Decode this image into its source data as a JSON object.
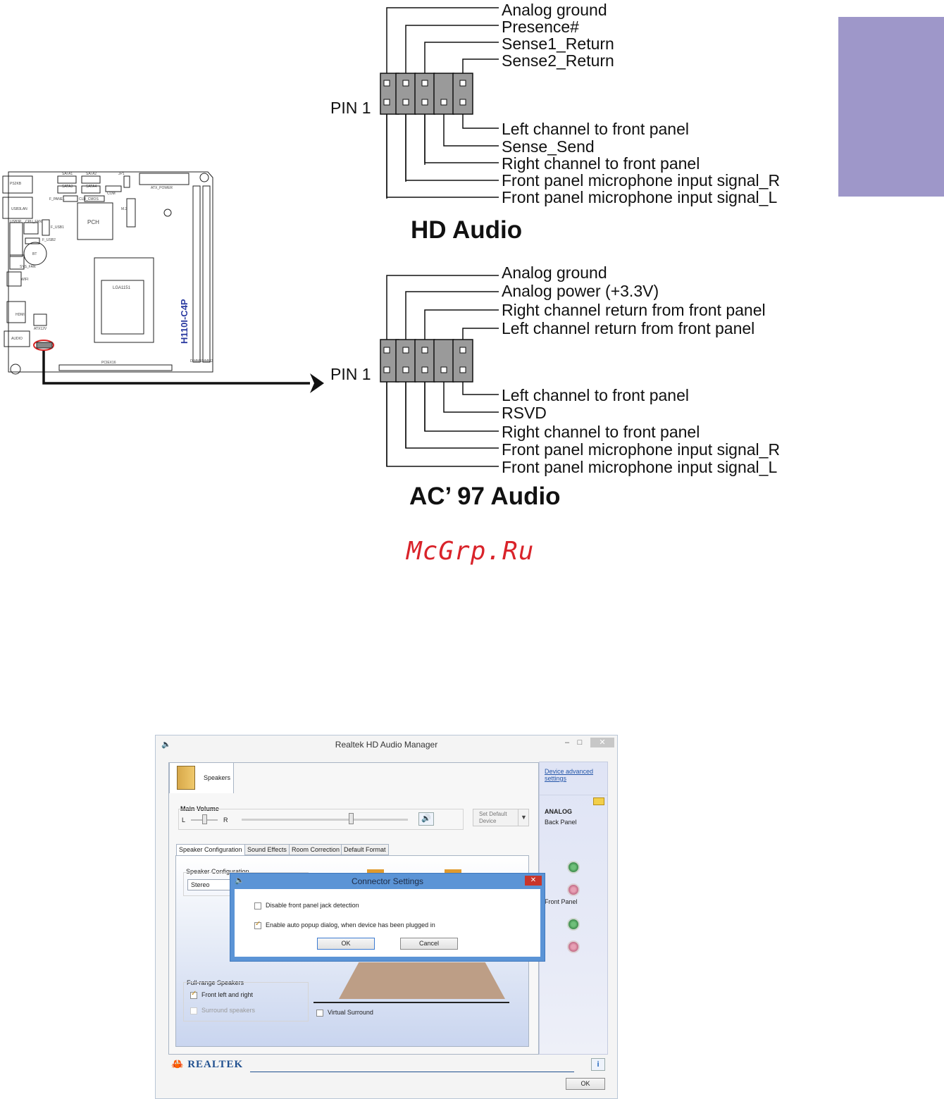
{
  "hd_audio": {
    "title": "HD Audio",
    "pin1": "PIN 1",
    "top_pins": [
      "Analog ground",
      "Presence#",
      "Sense1_Return",
      "Sense2_Return"
    ],
    "bottom_pins": [
      "Left channel to front panel",
      "Sense_Send",
      "Right channel to front panel",
      "Front panel microphone input signal_R",
      "Front panel microphone input signal_L"
    ]
  },
  "ac97_audio": {
    "title": "AC’ 97 Audio",
    "pin1": "PIN 1",
    "top_pins": [
      "Analog ground",
      "Analog power (+3.3V)",
      "Right channel return from front panel",
      "Left channel return from front panel"
    ],
    "bottom_pins": [
      "Left channel to front panel",
      "RSVD",
      "Right channel to front panel",
      "Front panel microphone input signal_R",
      "Front panel microphone input signal_L"
    ]
  },
  "board": {
    "model": "H110I-C4P",
    "labels": {
      "ps2kb": "PS2KB",
      "usblan": "USB3LAN",
      "usb3": "USB3P",
      "cpu_fan": "CPU_FAN",
      "f_usb1": "F_USB1",
      "f_usb2": "F_USB2",
      "bt": "BT",
      "sys_fan": "SYS_FAN",
      "wifi": "WIFI",
      "hdmi": "HDMI",
      "atx12v": "ATX12V",
      "audio": "AUDIO",
      "pch": "PCH",
      "sata1": "SATA1",
      "sata2": "SATA2",
      "sata3": "SATA3",
      "sata4": "SATA4",
      "com": "COM",
      "jp1": "JP1",
      "atx_power": "ATX_POWER",
      "f_panel": "F_PANEL",
      "clr_cmos": "CLR_CMOS",
      "socket": "LGA1151",
      "pciex16": "PCIEX16",
      "dimm1": "DIMM1",
      "dimm2": "DIMM2",
      "m2": "M.2"
    }
  },
  "watermark": "McGrp.Ru",
  "realtek": {
    "window_title": "Realtek HD Audio Manager",
    "tab_speakers": "Speakers",
    "device_advanced": "Device advanced settings",
    "main_volume": "Main Volume",
    "vol_l": "L",
    "vol_r": "R",
    "set_default": "Set Default Device",
    "analog": "ANALOG",
    "back_panel": "Back Panel",
    "front_panel": "Front Panel",
    "subtabs": [
      "Speaker Configuration",
      "Sound Effects",
      "Room Correction",
      "Default Format"
    ],
    "speaker_config_label": "Speaker Configuration",
    "speaker_config_value": "Stereo",
    "fullrange_label": "Full-range Speakers",
    "front_lr": "Front left and right",
    "surround": "Surround speakers",
    "virtual_surround": "Virtual Surround",
    "brand": "REALTEK",
    "ok": "OK",
    "dialog": {
      "title": "Connector Settings",
      "opt1": "Disable front panel jack detection",
      "opt2": "Enable auto popup dialog, when device has been plugged in",
      "ok": "OK",
      "cancel": "Cancel"
    }
  }
}
